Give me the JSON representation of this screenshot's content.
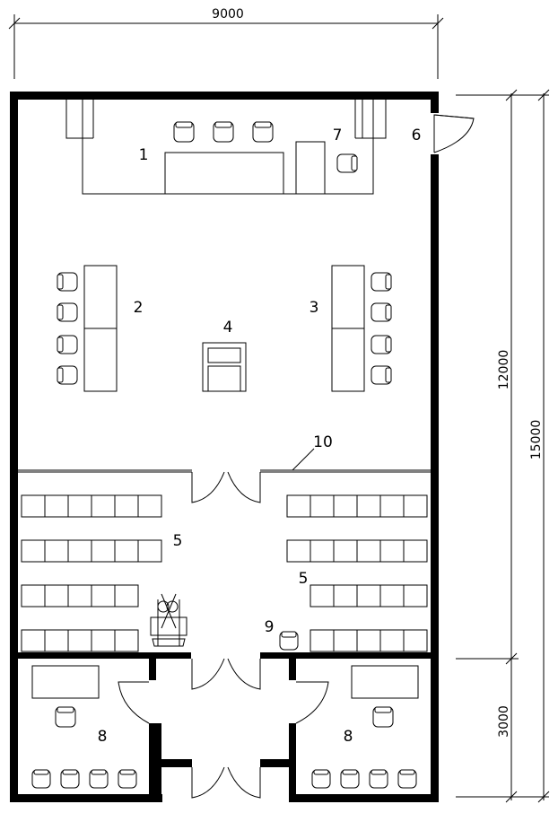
{
  "dimensions": {
    "top_width": "9000",
    "right_inner": "12000",
    "right_outer": "15000",
    "right_lower": "3000"
  },
  "labels": {
    "l1": "1",
    "l2": "2",
    "l3": "3",
    "l4": "4",
    "l5a": "5",
    "l5b": "5",
    "l6": "6",
    "l7": "7",
    "l8a": "8",
    "l8b": "8",
    "l9": "9",
    "l10": "10"
  }
}
